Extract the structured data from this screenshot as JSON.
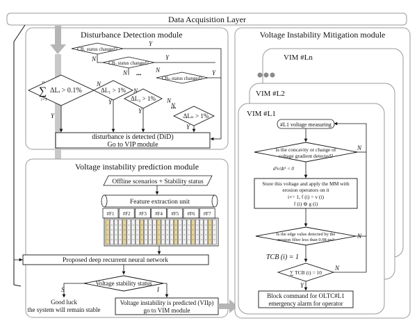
{
  "layer": {
    "label": "Data Acquisition Layer"
  },
  "ddm": {
    "title": "Disturbance Detection module",
    "cb1": "CB₁ status changed?",
    "cb2": "CB₂ status changed?",
    "cbn": "CBₙ status changed?",
    "sum_lhs": "∑",
    "sum_sub": "i=1",
    "sum_sup": "n",
    "sum_expr": "ΔLᵢ > 0.1%",
    "dl1": "ΔL₁ > 1%",
    "dl2": "ΔL₂ > 1%",
    "dln": "ΔLₙ > 1%",
    "yes": "Y",
    "no": "N",
    "dots": "•••",
    "result_line1": "disturbance is detected (DiD)",
    "result_line2": "Go to VIP module"
  },
  "vip": {
    "title": "Voltage instability prediction module",
    "offline": "Offline scenarios + Stability status",
    "feature": "Feature extraction unit",
    "features": [
      "#F1",
      "#F2",
      "#F3",
      "#F4",
      "#F5",
      "#F6",
      "#F7"
    ],
    "rnn": "Proposed deep recurrent neural network",
    "status": "Voltage stability status",
    "s_label": "S",
    "i_label": "I",
    "stable_line1": "Good luck",
    "stable_line2": "the system will remain stable",
    "unstable_line1": "Voltage instability is predicted (VIIp)",
    "unstable_line2": "go to VIM module"
  },
  "vim": {
    "title": "Voltage Instability Mitigation module",
    "ln": "VIM #Ln",
    "l2": "VIM #L2",
    "l1": "VIM #L1",
    "measure": "#L1 voltage measuring",
    "q_concavity_1": "Is the concavity or change of",
    "q_concavity_2": "voltage gradient detected?",
    "deriv": "d²v/dt² < 0",
    "store_1": "Store this voltage and apply the MM with",
    "store_2": "erosion operators on it",
    "store_3": "i+= 1, f (i) = v (i)",
    "store_4": "f (i) ⊖ g (i)",
    "q_edge_1": "Is the edge value detected by the",
    "q_edge_2": "erosion filter less than 0.98 pu?",
    "tcb": "TCB (i) = 1",
    "sum_tcb": "∑ TCB (i) = 10",
    "block_1": "Block command for OLTC#L1",
    "block_2": "emergency alarm for operator",
    "yes": "Y",
    "no": "N"
  },
  "colors": {
    "line": "#111111",
    "grey_arrow": "#b5b5b5",
    "panel": "#9a9a9a",
    "dots": "#8a8a8a",
    "bars": "#e8d49a"
  }
}
